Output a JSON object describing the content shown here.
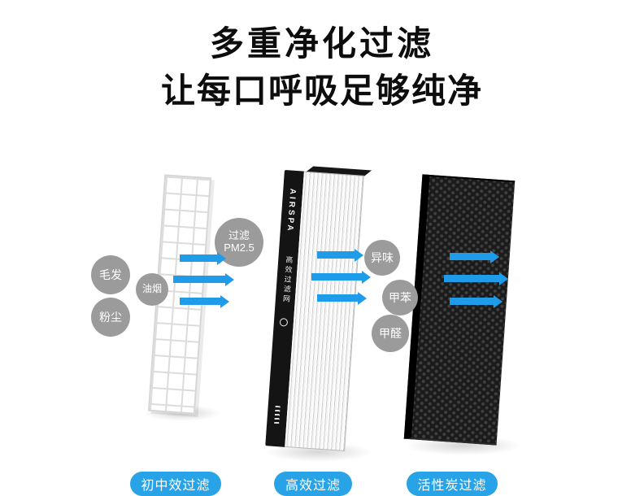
{
  "header": {
    "title": "多重净化过滤",
    "subtitle": "让每口呼吸足够纯净"
  },
  "hepa": {
    "brand": "AIRSPA",
    "side_text": "高效过滤网"
  },
  "pollutants": {
    "hair": "毛发",
    "oil_smoke": "油烟",
    "dust": "粉尘",
    "pm_line1": "过滤",
    "pm_line2": "PM2.5",
    "odor": "异味",
    "toluene": "甲苯",
    "formaldehyde": "甲醛"
  },
  "stages": [
    {
      "label": "初中效过滤"
    },
    {
      "label": "高效过滤"
    },
    {
      "label": "活性炭过滤"
    }
  ],
  "colors": {
    "accent_blue": "#29a3e8",
    "arrow_blue": "#1e9be9",
    "label_gray": "#9b9b9b"
  }
}
